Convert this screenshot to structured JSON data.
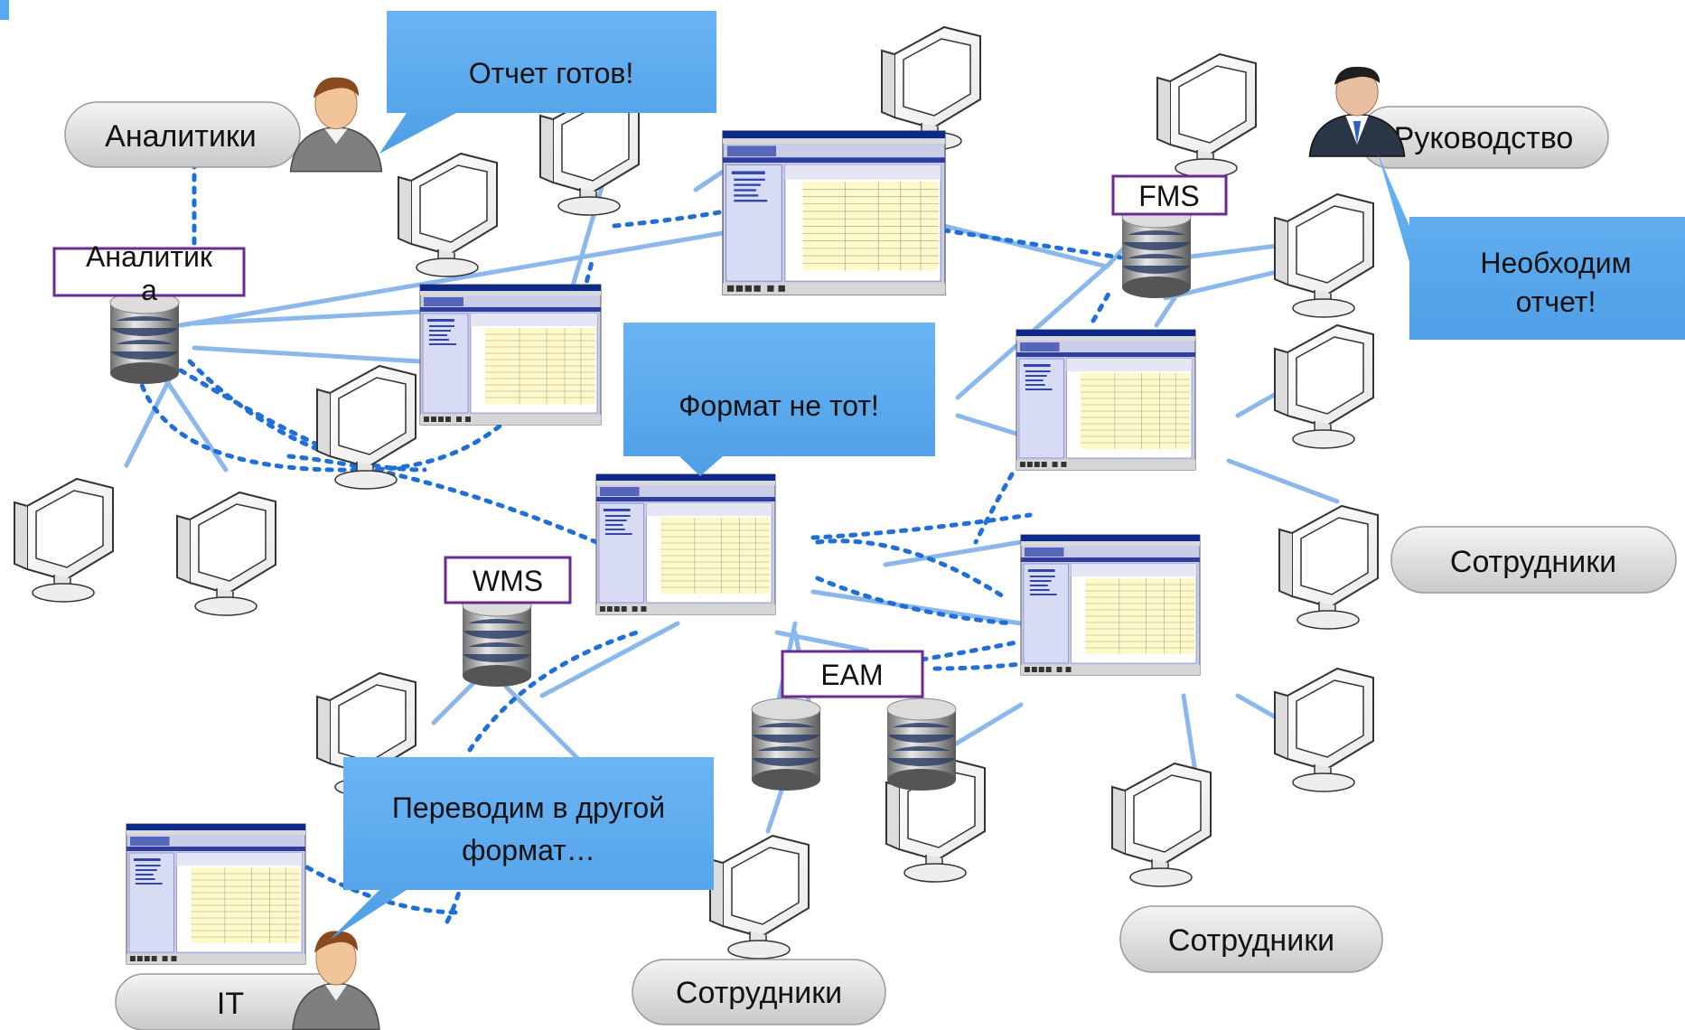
{
  "labels": {
    "analysts": "Аналитики",
    "management": "Руководство",
    "employees_right": "Сотрудники",
    "employees_bottom_right": "Сотрудники",
    "employees_bottom": "Сотрудники",
    "it": "IT"
  },
  "tags": {
    "analytics_line1": "Аналитик",
    "analytics_line2": "а",
    "fms": "FMS",
    "wms": "WMS",
    "eam": "EAM"
  },
  "callouts": {
    "report_ready": "Отчет готов!",
    "report_needed_line1": "Необходим",
    "report_needed_line2": "отчет!",
    "wrong_format": "Формат не тот!",
    "convert_line1": "Переводим в другой",
    "convert_line2": "формат…"
  },
  "colors": {
    "link_line": "#8ab8ec",
    "dotted_link": "#1f6fd6",
    "callout_fill": "#5aaaf0",
    "tag_border": "#6a2a96",
    "pill_fill": "#dcdcdc"
  }
}
